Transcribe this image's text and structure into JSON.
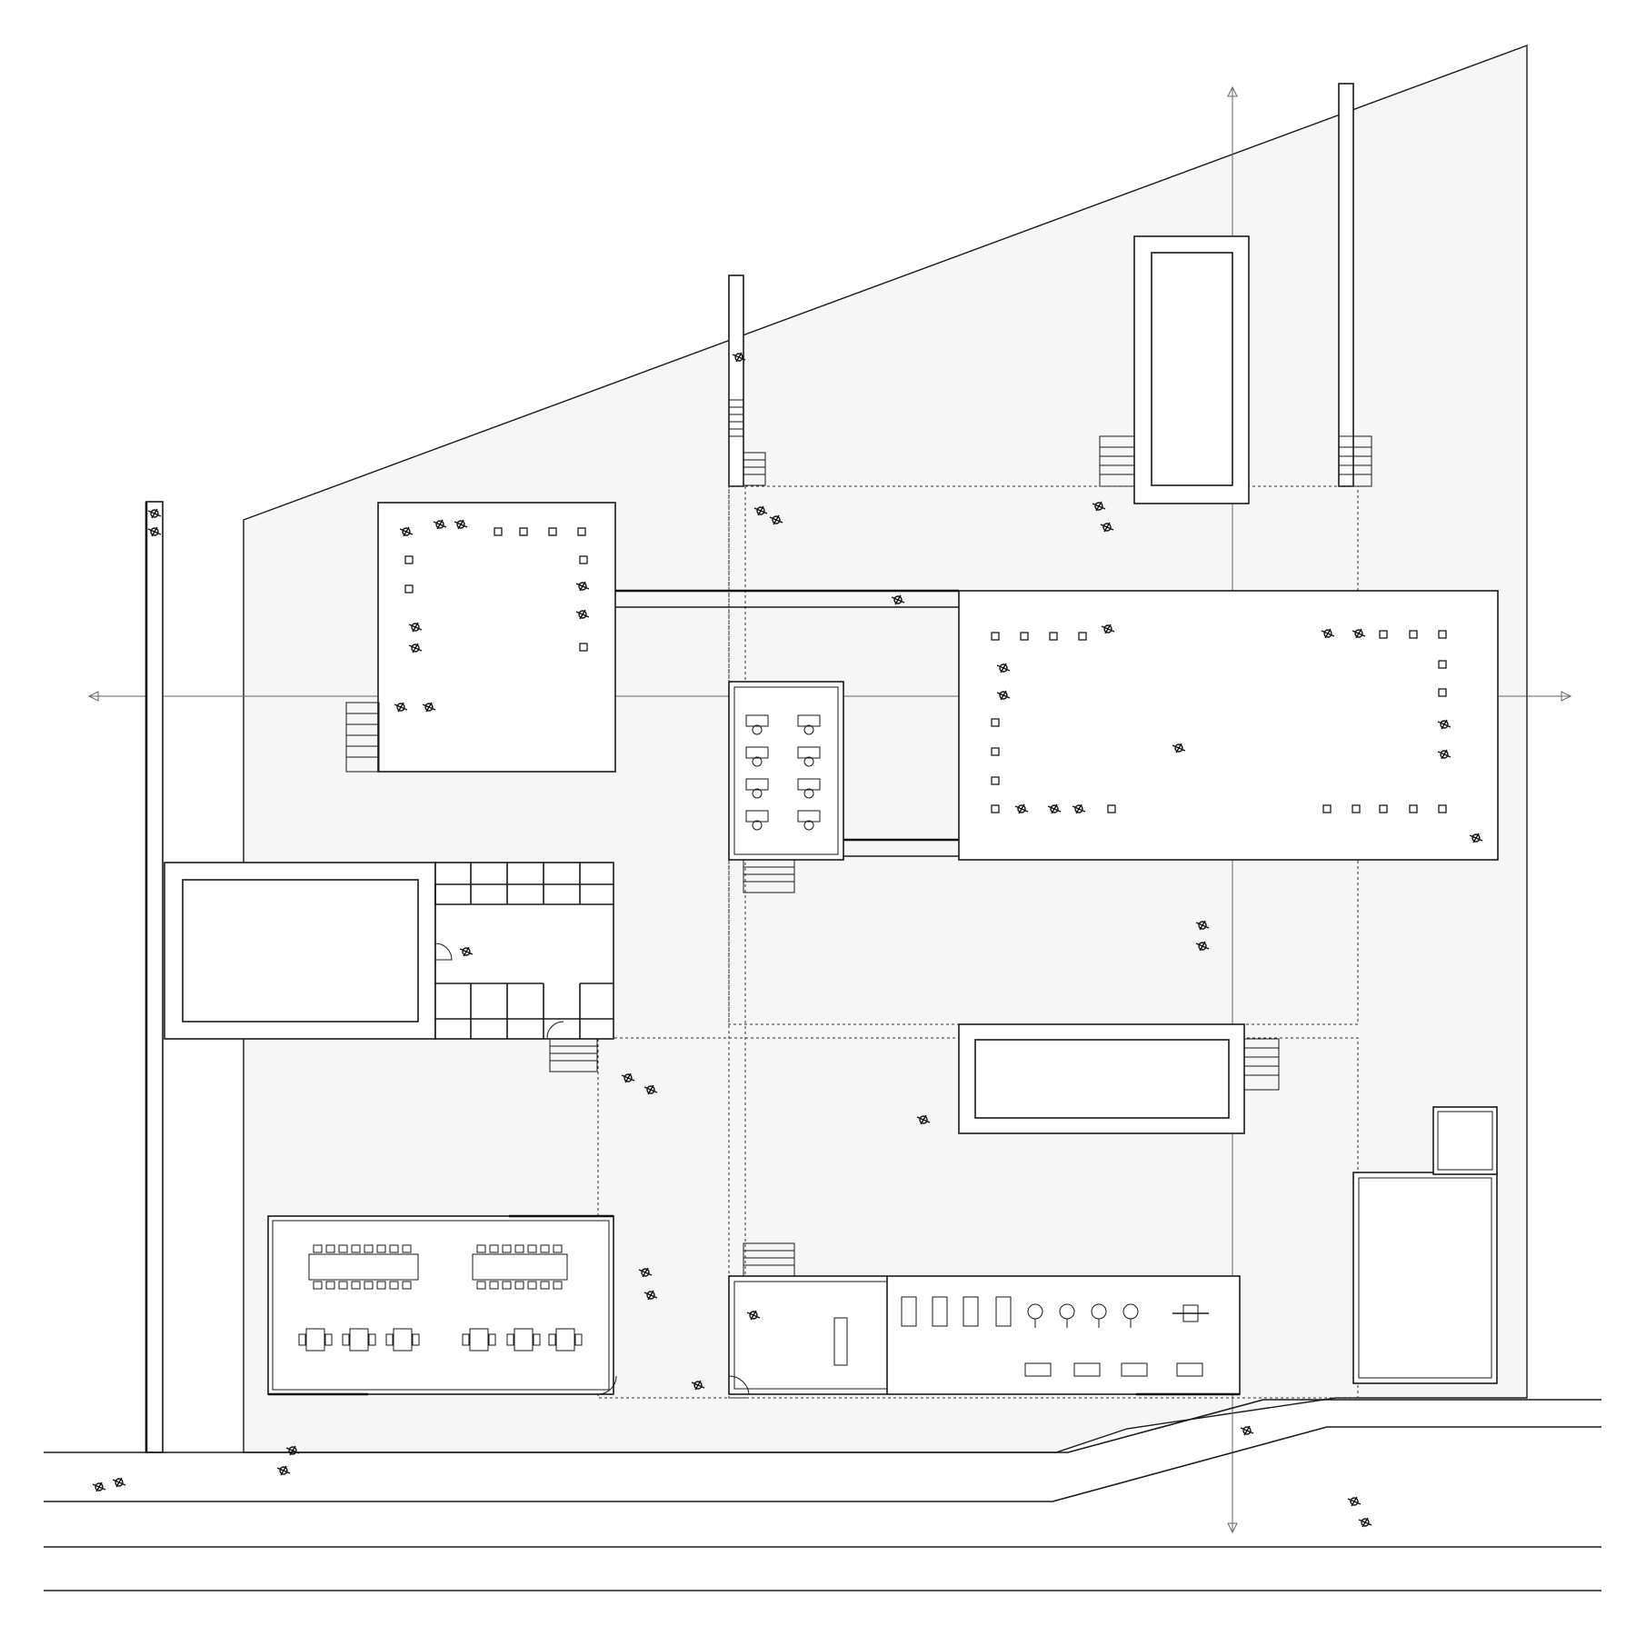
{
  "drawing": {
    "kind": "architectural site plan",
    "elements": [
      "site-boundary",
      "north-axis",
      "section-axis",
      "studio-room-north-west",
      "hall-room-east",
      "classroom-room-central",
      "pool-north",
      "pool-west",
      "pool-south",
      "changing-rooms",
      "meeting-room-south-west",
      "gym-room-south",
      "annex-south-east",
      "street",
      "figures"
    ]
  },
  "colors": {
    "line": "#1a1a1a",
    "ground": "#f6f6f6",
    "background": "#ffffff"
  }
}
